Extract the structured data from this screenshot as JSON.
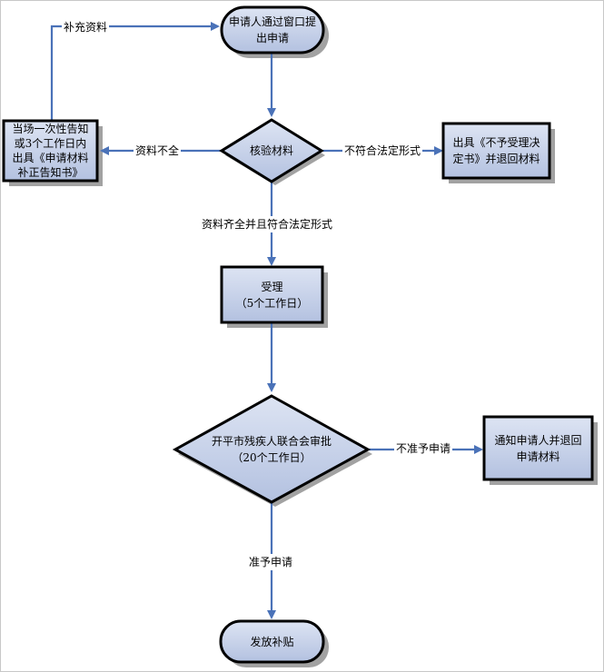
{
  "nodes": {
    "apply": {
      "lines": [
        "申请人通过窗口提",
        "出申请"
      ]
    },
    "notify_supplement": {
      "lines": [
        "当场一次性告知",
        "或3个工作日内",
        "出具《申请材料",
        "补正告知书》"
      ]
    },
    "verify": {
      "lines": [
        "核验材料"
      ]
    },
    "reject_form": {
      "lines": [
        "出具《不予受理决",
        "定书》并退回材料"
      ]
    },
    "accept": {
      "lines": [
        "受理",
        "（5个工作日）"
      ]
    },
    "approve": {
      "lines": [
        "开平市残疾人联合会审批",
        "（20个工作日）"
      ]
    },
    "notify_return": {
      "lines": [
        "通知申请人并退回",
        "申请材料"
      ]
    },
    "subsidy": {
      "lines": [
        "发放补贴"
      ]
    }
  },
  "edges": {
    "supplement": "补充资料",
    "incomplete": "资料不全",
    "non_compliant": "不符合法定形式",
    "complete": "资料齐全并且符合法定形式",
    "deny": "不准予申请",
    "grant": "准予申请"
  },
  "colors": {
    "box_fill_top": "#dde4f3",
    "box_fill_bottom": "#b3c1e0",
    "outline": "#000000",
    "shadow": "#555555",
    "arrow": "#4a72b8"
  }
}
